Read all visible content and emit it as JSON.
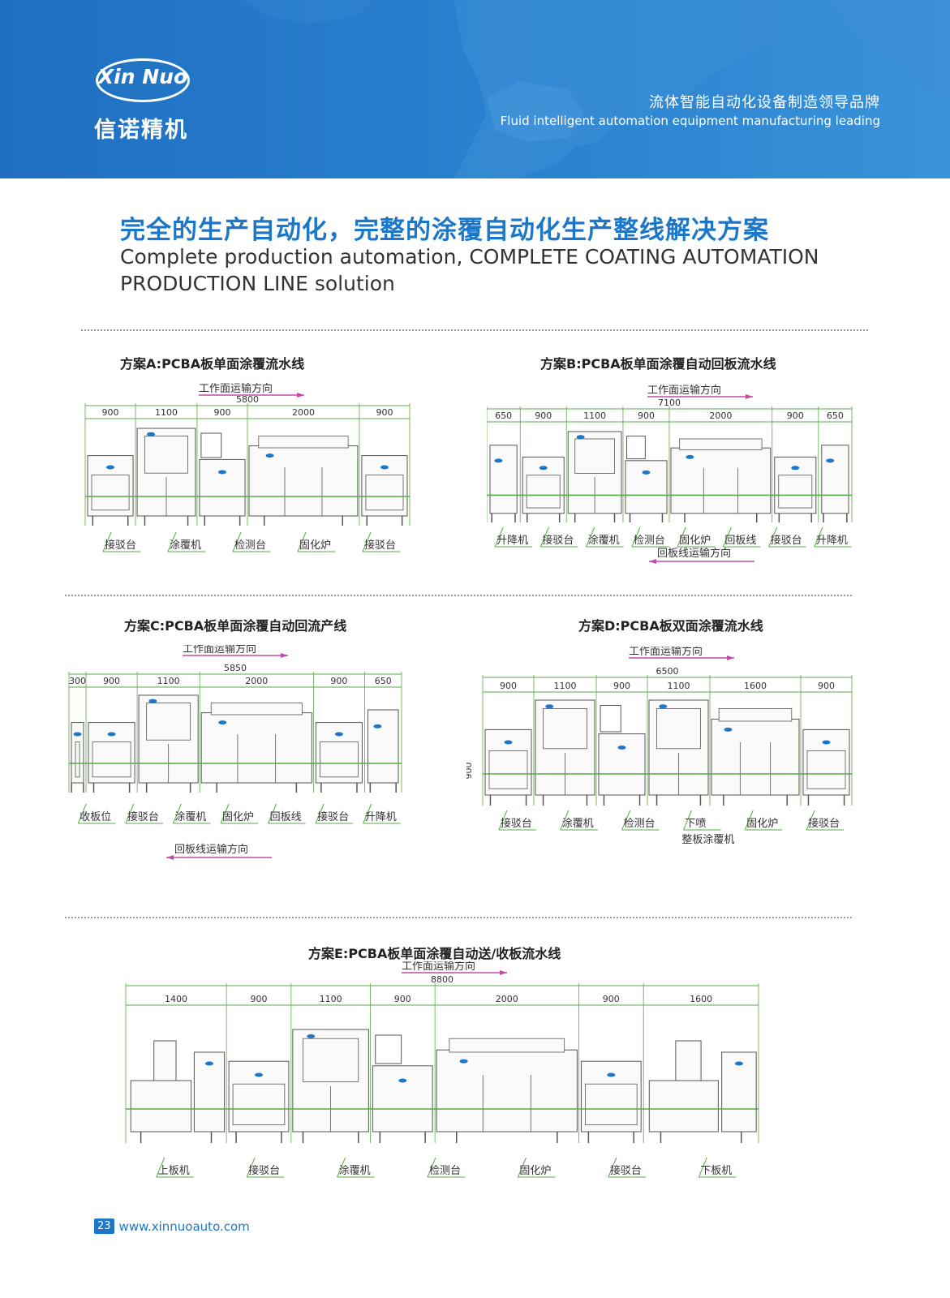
{
  "header": {
    "logo_text": "Xin Nuo",
    "brand_cn": "信诺精机",
    "slogan_cn": "流体智能自动化设备制造领导品牌",
    "slogan_en": "Fluid intelligent automation equipment manufacturing leading"
  },
  "title": {
    "cn": "完全的生产自动化，完整的涂覆自动化生产整线解决方案",
    "en": "Complete production automation, COMPLETE COATING AUTOMATION PRODUCTION LINE solution"
  },
  "colors": {
    "brand_blue": "#1d77c8",
    "dim_green": "#5aa848",
    "arrow_magenta": "#c24aa8"
  },
  "schemes": [
    {
      "title": "方案A:PCBA板单面涂覆流水线",
      "direction": "工作面运输方向",
      "total": "5800",
      "segments": [
        "900",
        "1100",
        "900",
        "2000",
        "900"
      ],
      "labels": [
        "接驳台",
        "涂覆机",
        "检测台",
        "固化炉",
        "接驳台"
      ]
    },
    {
      "title": "方案B:PCBA板单面涂覆自动回板流水线",
      "direction": "工作面运输方向",
      "total": "7100",
      "segments": [
        "650",
        "900",
        "1100",
        "900",
        "2000",
        "900",
        "650"
      ],
      "labels": [
        "升降机",
        "接驳台",
        "涂覆机",
        "检测台",
        "固化炉",
        "回板线",
        "接驳台",
        "升降机"
      ],
      "return_direction": "回板线运输方向"
    },
    {
      "title": "方案C:PCBA板单面涂覆自动回流产线",
      "direction": "工作面运输方向",
      "total": "5850",
      "segments": [
        "300",
        "900",
        "1100",
        "2000",
        "900",
        "650"
      ],
      "labels": [
        "收板位",
        "接驳台",
        "涂覆机",
        "固化炉",
        "回板线",
        "接驳台",
        "升降机"
      ],
      "return_direction": "回板线运输方向"
    },
    {
      "title": "方案D:PCBA板双面涂覆流水线",
      "direction": "工作面运输方向",
      "total": "6500",
      "segments": [
        "900",
        "1100",
        "900",
        "1100",
        "1600",
        "900"
      ],
      "height": "900",
      "labels": [
        "接驳台",
        "涂覆机",
        "检测台",
        "下喷",
        "固化炉",
        "接驳台"
      ],
      "sub_label": "整板涂覆机"
    },
    {
      "title": "方案E:PCBA板单面涂覆自动送/收板流水线",
      "direction": "工作面运输方向",
      "total": "8800",
      "segments": [
        "1400",
        "900",
        "1100",
        "900",
        "2000",
        "900",
        "1600"
      ],
      "labels": [
        "上板机",
        "接驳台",
        "涂覆机",
        "检测台",
        "固化炉",
        "接驳台",
        "下板机"
      ]
    }
  ],
  "footer": {
    "page": "23",
    "url": "www.xinnuoauto.com"
  }
}
